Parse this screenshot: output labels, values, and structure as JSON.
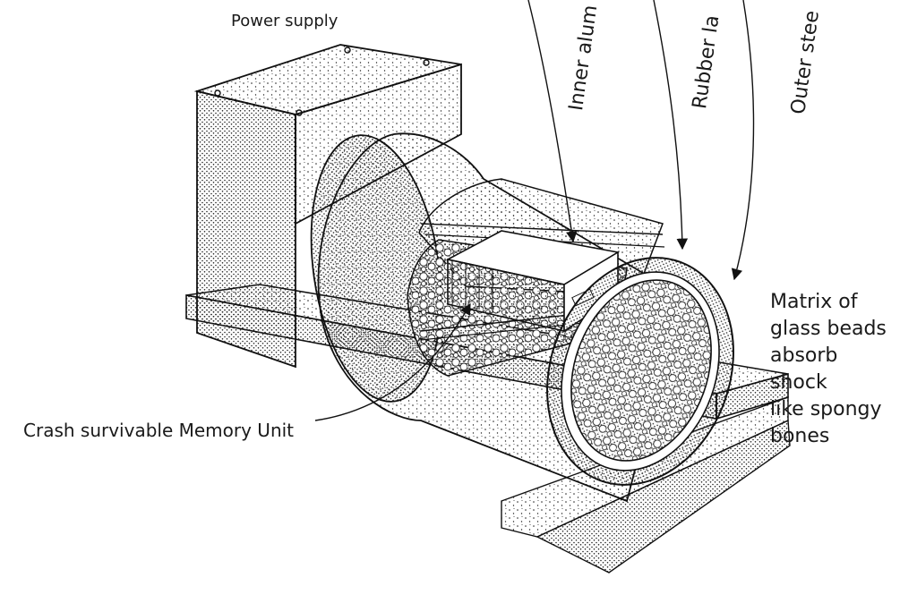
{
  "labels": {
    "power_supply": "Power supply",
    "inner_aluminium": "Inner alum",
    "rubber_layer": "Rubber la",
    "outer_steel": "Outer stee",
    "crash_memory": "Crash survivable Memory Unit",
    "matrix_lines": [
      "Matrix of",
      "glass beads",
      "absorb",
      "shock",
      "like spongy",
      "bones"
    ]
  },
  "colors": {
    "ink": "#1a1a1a",
    "paper": "#ffffff"
  }
}
